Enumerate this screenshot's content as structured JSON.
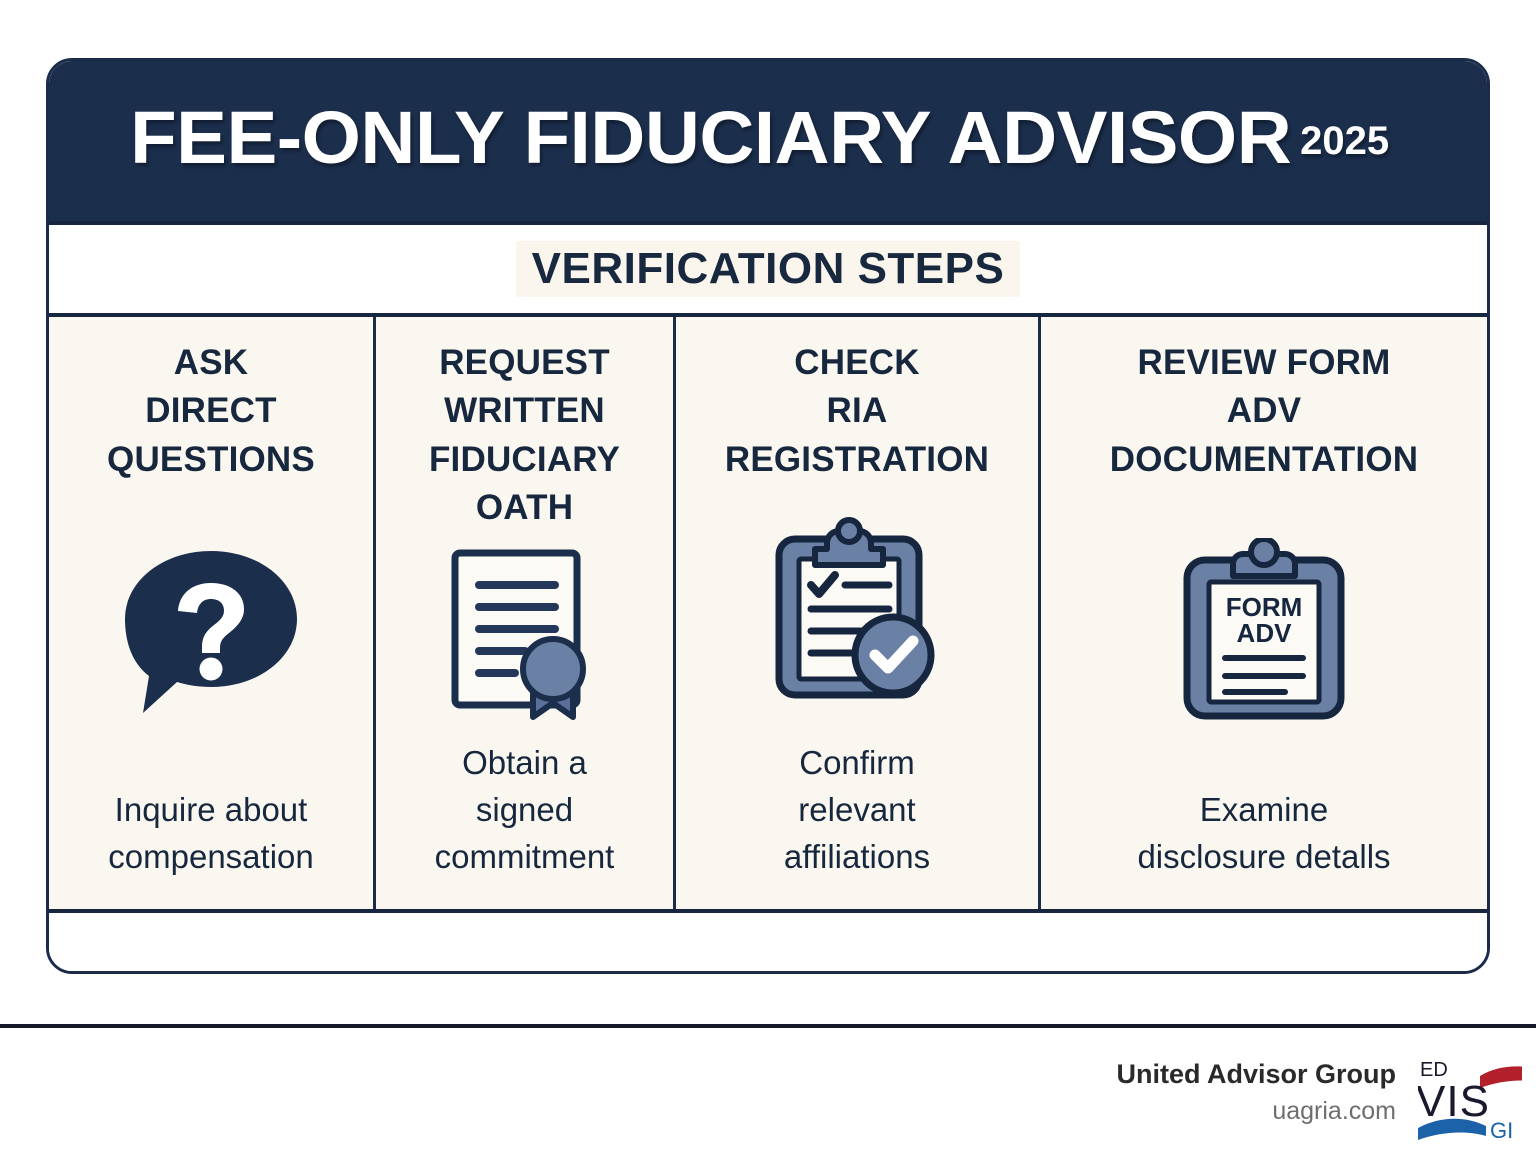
{
  "header": {
    "title": "FEE-ONLY FIDUCIARY ADVISOR",
    "year": "2025",
    "bg_color": "#1B2E4C",
    "text_color": "#FFFFFF"
  },
  "subtitle": {
    "text": "VERIFICATION STEPS",
    "highlight_color": "#FAF6EE"
  },
  "theme": {
    "navy": "#1B2E4C",
    "dark_navy": "#16263F",
    "cream": "#FAF7F0",
    "slate_blue": "#5A7099",
    "white": "#FFFFFF",
    "rule": "#16192B"
  },
  "columns": [
    {
      "index": 1,
      "title": "ASK\nDIRECT\nQUESTIONS",
      "icon": "speech-bubble-question-icon",
      "caption": "Inquire about\ncompensation"
    },
    {
      "index": 2,
      "title": "REQUEST\nWRITTEN\nFIDUCIARY\nOATH",
      "icon": "certificate-seal-document-icon",
      "caption": "Obtain a\nsigned\ncommitment"
    },
    {
      "index": 3,
      "title": "CHECK\nRIA\nREGISTRATION",
      "icon": "clipboard-checklist-verified-icon",
      "caption": "Confirm\nrelevant\naffiliations"
    },
    {
      "index": 4,
      "title": "REVIEW FORM\nADV\nDOCUMENTATION",
      "icon": "clipboard-form-adv-icon",
      "icon_label_line1": "FORM",
      "icon_label_line2": "ADV",
      "caption": "Examine\ndisclosure detalls"
    }
  ],
  "footer": {
    "brand_name": "United Advisor Group",
    "brand_url": "uagria.com",
    "logo": {
      "name": "advis-gr-logo",
      "letters_top": "ED",
      "letters_main": "VIS",
      "letters_bottom": "GI",
      "swoosh_top_color": "#B2202B",
      "swoosh_bottom_color": "#1C62A8",
      "letter_main_color": "#1A1A2E",
      "letter_accent_color": "#1C62A8"
    }
  }
}
